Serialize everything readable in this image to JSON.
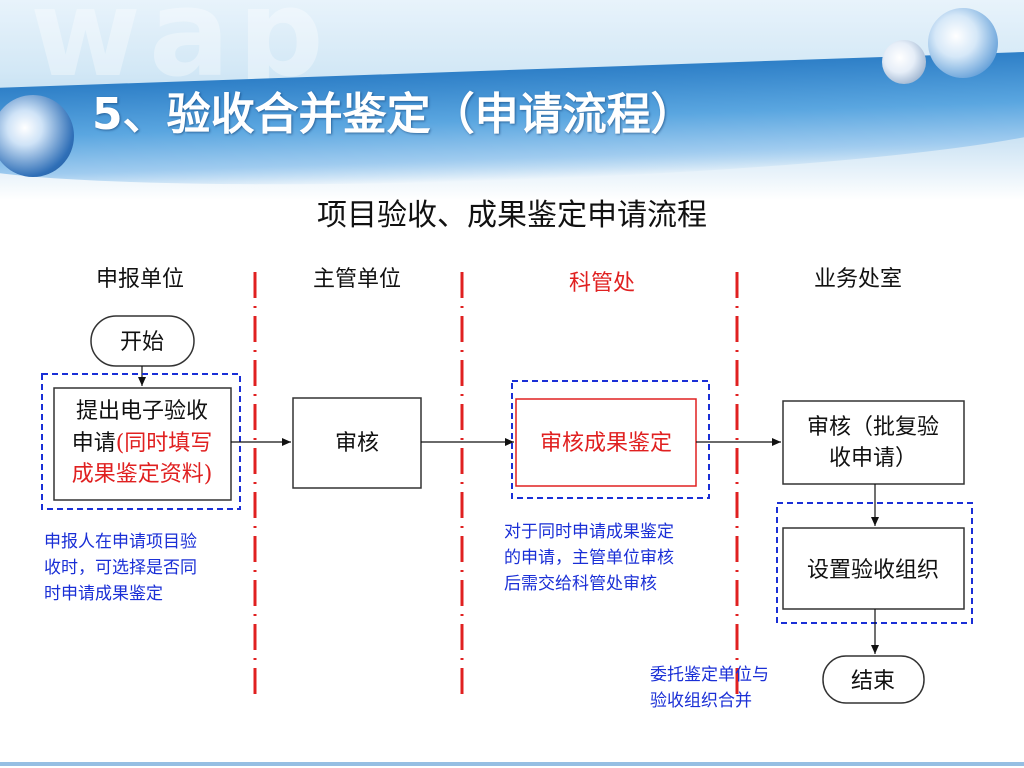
{
  "slide": {
    "title": "5、验收合并鉴定（申请流程）"
  },
  "chart": {
    "title": "项目验收、成果鉴定申请流程"
  },
  "lanes": [
    {
      "label": "申报单位",
      "color": "#000000"
    },
    {
      "label": "主管单位",
      "color": "#000000"
    },
    {
      "label": "科管处",
      "color": "#e02020"
    },
    {
      "label": "业务处室",
      "color": "#000000"
    }
  ],
  "nodes": {
    "start": "开始",
    "submit": {
      "line1": "提出电子验收",
      "line2_black": "申请",
      "line2_red": "(同时填写",
      "line3_red": "成果鉴定资料)"
    },
    "review": "审核",
    "review_result": "审核成果鉴定",
    "approve": {
      "line1": "审核（批复验",
      "line2": "收申请）"
    },
    "setup": "设置验收组织",
    "end": "结束"
  },
  "notes": {
    "applicant": [
      "申报人在申请项目验",
      "收时，可选择是否同",
      "时申请成果鉴定"
    ],
    "joint": [
      "对于同时申请成果鉴定",
      "的申请，主管单位审核",
      "后需交给科管处审核"
    ],
    "entrust": [
      "委托鉴定单位与",
      "验收组织合并"
    ]
  },
  "colors": {
    "accent_red": "#e02020",
    "note_blue": "#1a2fd6",
    "dash_blue": "#1a2fd6",
    "divider_red": "#e02020"
  }
}
